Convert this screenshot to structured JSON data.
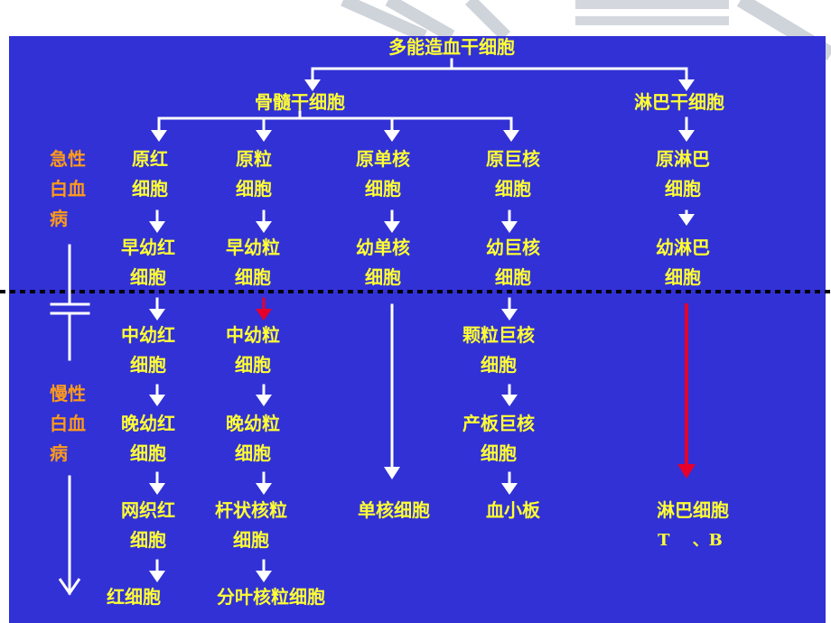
{
  "diagram": {
    "colors": {
      "panel": "#3131d6",
      "label": "#ffff33",
      "disease_label": "#ff9a1a",
      "arrow": "#ffffff",
      "highlight_arrow": "#e8002a",
      "divider": "#000000"
    },
    "title": "多能造血干细胞",
    "branches": {
      "myeloid_stem": "骨髓干细胞",
      "lymphoid_stem": "淋巴干细胞"
    },
    "disease_labels": {
      "acute": "急性\n白血\n病",
      "chronic": "慢性\n白血\n病"
    },
    "lineages": {
      "erythroid": [
        "原红\n细胞",
        "早幼红\n细胞",
        "中幼红\n细胞",
        "晚幼红\n细胞",
        "网织红\n细胞",
        "红细胞"
      ],
      "granulocytic": [
        "原粒\n细胞",
        "早幼粒\n细胞",
        "中幼粒\n细胞",
        "晚幼粒\n细胞",
        "杆状核粒\n细胞",
        "分叶核粒细胞"
      ],
      "monocytic": [
        "原单核\n细胞",
        "幼单核\n细胞",
        "单核细胞"
      ],
      "megakaryocytic": [
        "原巨核\n细胞",
        "幼巨核\n细胞",
        "颗粒巨核\n细胞",
        "产板巨核\n细胞",
        "血小板"
      ],
      "lymphoid": [
        "原淋巴\n细胞",
        "幼淋巴\n细胞",
        "淋巴细胞"
      ],
      "lymphocyte_subtypes": "T    、B"
    }
  }
}
